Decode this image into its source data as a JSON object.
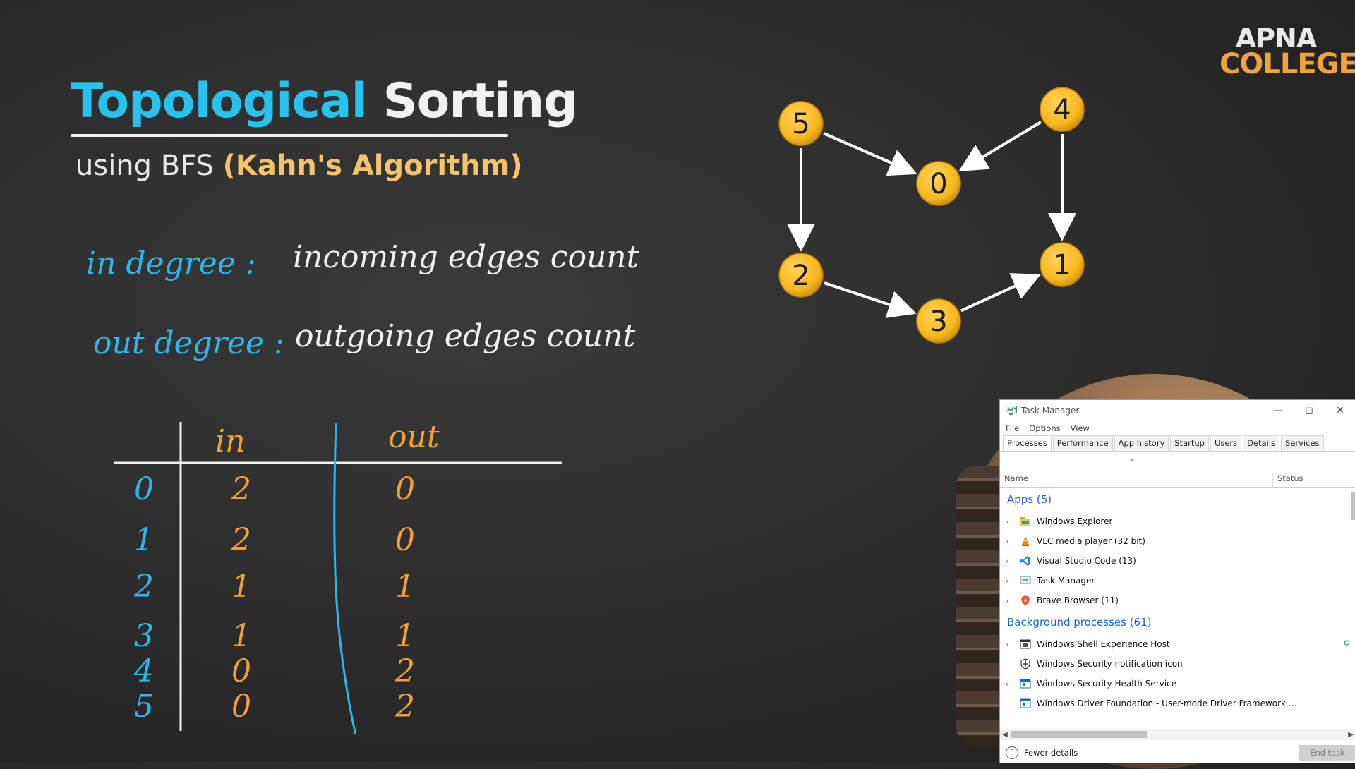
{
  "title": {
    "part1": "Topological",
    "part2": "Sorting"
  },
  "subtitle": {
    "prefix": "using BFS",
    "highlight": "(Kahn's Algorithm)"
  },
  "logo": {
    "line1": "APNA",
    "line2": "COLLEGE"
  },
  "notes": {
    "in_label": "in degree :",
    "in_text": "incoming edges count",
    "out_label": "out degree :",
    "out_text": "outgoing edges count"
  },
  "graph": {
    "nodes": [
      "5",
      "4",
      "0",
      "2",
      "1",
      "3"
    ]
  },
  "degree_table": {
    "col_in": "in",
    "col_out": "out",
    "rows": [
      {
        "node": "0",
        "in": "2",
        "out": "0"
      },
      {
        "node": "1",
        "in": "2",
        "out": "0"
      },
      {
        "node": "2",
        "in": "1",
        "out": "1"
      },
      {
        "node": "3",
        "in": "1",
        "out": "1"
      },
      {
        "node": "4",
        "in": "0",
        "out": "2"
      },
      {
        "node": "5",
        "in": "0",
        "out": "2"
      }
    ]
  },
  "task_manager": {
    "title": "Task Manager",
    "menu": [
      "File",
      "Options",
      "View"
    ],
    "tabs": [
      "Processes",
      "Performance",
      "App history",
      "Startup",
      "Users",
      "Details",
      "Services"
    ],
    "columns": {
      "name": "Name",
      "status": "Status"
    },
    "apps_header": "Apps (5)",
    "apps": [
      {
        "name": "Windows Explorer",
        "icon": "folder-icon"
      },
      {
        "name": "VLC media player (32 bit)",
        "icon": "vlc-icon"
      },
      {
        "name": "Visual Studio Code (13)",
        "icon": "vscode-icon"
      },
      {
        "name": "Task Manager",
        "icon": "task-manager-icon"
      },
      {
        "name": "Brave Browser (11)",
        "icon": "brave-icon"
      }
    ],
    "bg_header": "Background processes (61)",
    "background": [
      {
        "name": "Windows Shell Experience Host",
        "icon": "window-icon"
      },
      {
        "name": "Windows Security notification icon",
        "icon": "shield-icon"
      },
      {
        "name": "Windows Security Health Service",
        "icon": "window-icon"
      },
      {
        "name": "Windows Driver Foundation - User-mode Driver Framework ...",
        "icon": "window-icon"
      }
    ],
    "fewer_details": "Fewer details",
    "end_task": "End task",
    "colors": {
      "group": "#1f64c9"
    }
  },
  "colors": {
    "accent_blue": "#27c3ee",
    "accent_orange": "#f2a33a",
    "node_fill": "#f7b81f"
  }
}
